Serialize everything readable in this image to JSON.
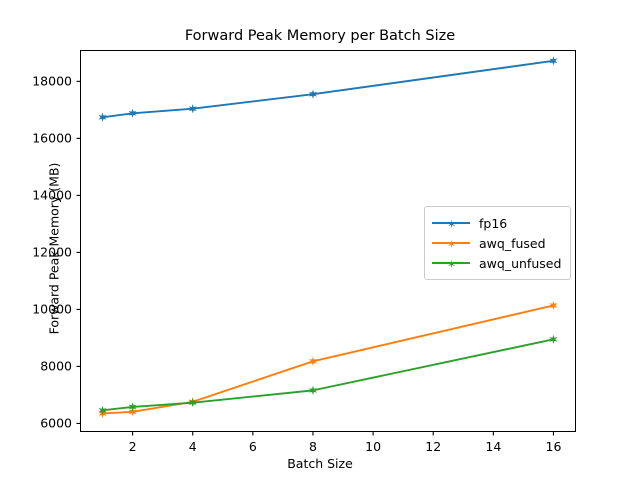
{
  "chart_data": {
    "type": "line",
    "title": "Forward Peak Memory per Batch Size",
    "xlabel": "Batch Size",
    "ylabel": "Forward Peak Memory (MB)",
    "x": [
      1,
      2,
      4,
      8,
      16
    ],
    "xlim": [
      0.25,
      16.75
    ],
    "ylim": [
      5700,
      19100
    ],
    "xticks": [
      2,
      4,
      6,
      8,
      10,
      12,
      14,
      16
    ],
    "xtick_labels": [
      "2",
      "4",
      "6",
      "8",
      "10",
      "12",
      "14",
      "16"
    ],
    "yticks": [
      6000,
      8000,
      10000,
      12000,
      14000,
      16000,
      18000
    ],
    "ytick_labels": [
      "6000",
      "8000",
      "10000",
      "12000",
      "14000",
      "16000",
      "18000"
    ],
    "grid": false,
    "marker": "star",
    "legend_position": "center right",
    "series": [
      {
        "name": "fp16",
        "color": "#1f77b4",
        "values": [
          16740,
          16880,
          17040,
          17550,
          18720
        ]
      },
      {
        "name": "awq_fused",
        "color": "#ff7f0e",
        "values": [
          6350,
          6410,
          6760,
          8180,
          10140
        ]
      },
      {
        "name": "awq_unfused",
        "color": "#2ca02c",
        "values": [
          6460,
          6580,
          6730,
          7160,
          8950
        ]
      }
    ]
  },
  "legend": {
    "entries": [
      {
        "label": "fp16",
        "color": "#1f77b4"
      },
      {
        "label": "awq_fused",
        "color": "#ff7f0e"
      },
      {
        "label": "awq_unfused",
        "color": "#2ca02c"
      }
    ]
  },
  "figure": {
    "marker_glyph": "✶"
  }
}
